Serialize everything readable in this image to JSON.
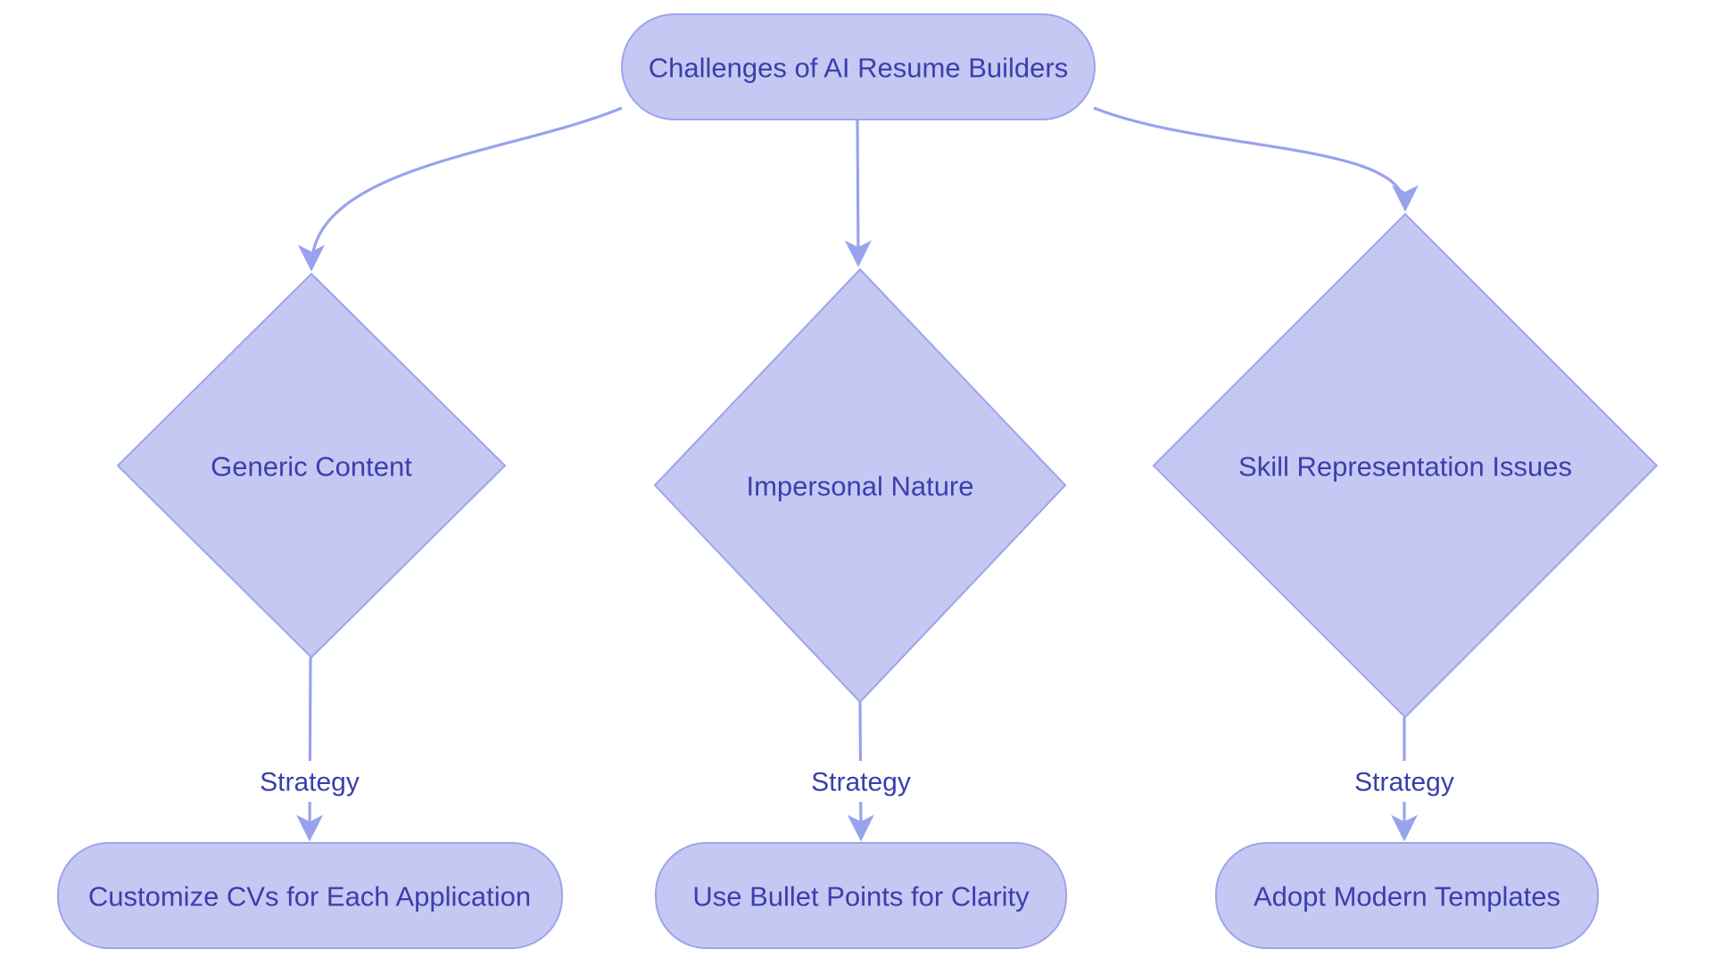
{
  "diagram": {
    "root": {
      "label": "Challenges of AI Resume Builders"
    },
    "branches": [
      {
        "challenge": "Generic Content",
        "edge_label": "Strategy",
        "strategy": "Customize CVs for Each Application"
      },
      {
        "challenge": "Impersonal Nature",
        "edge_label": "Strategy",
        "strategy": "Use Bullet Points for Clarity"
      },
      {
        "challenge": "Skill Representation Issues",
        "edge_label": "Strategy",
        "strategy": "Adopt Modern Templates"
      }
    ],
    "colors": {
      "node_fill": "#c6c8f4",
      "node_border": "#9da4ea",
      "edge": "#99a2ee",
      "text": "#3a3fab",
      "background": "#ffffff"
    }
  }
}
